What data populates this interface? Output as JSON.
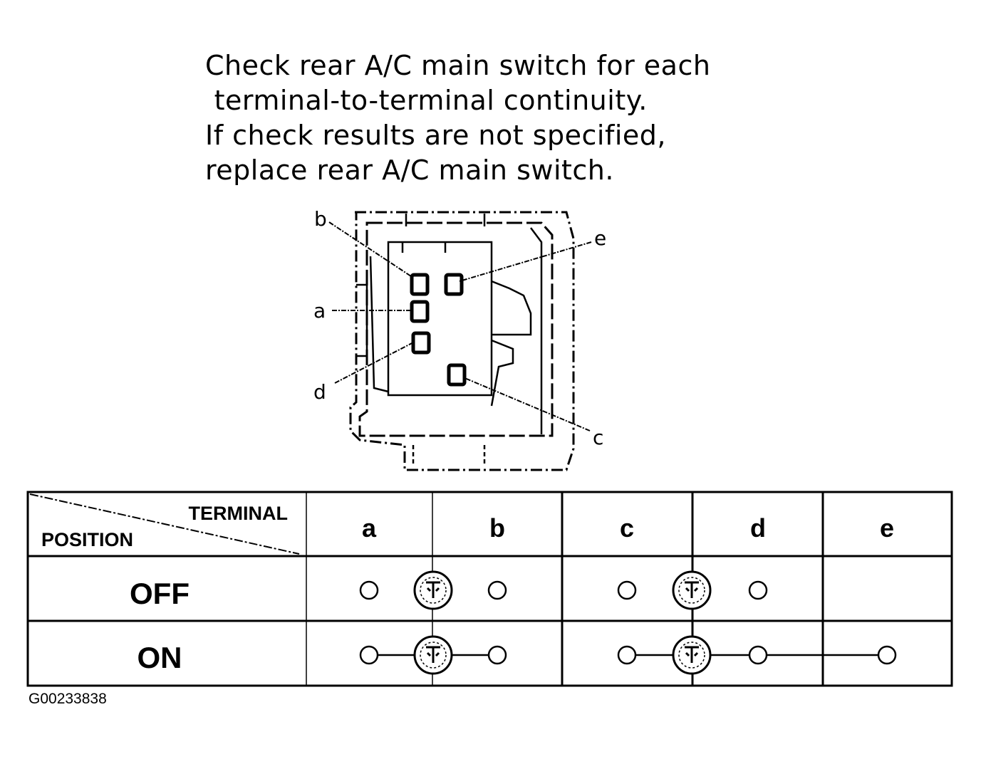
{
  "instructions": {
    "line1": "Check rear A/C main switch for each",
    "line2": " terminal-to-terminal continuity.",
    "line3": "If check results are not specified,",
    "line4": "replace rear A/C main switch."
  },
  "connector": {
    "labels": {
      "a": "a",
      "b": "b",
      "c": "c",
      "d": "d",
      "e": "e"
    }
  },
  "table": {
    "header_terminal": "TERMINAL",
    "header_position": "POSITION",
    "terminals": [
      "a",
      "b",
      "c",
      "d",
      "e"
    ],
    "rows": [
      {
        "position": "OFF",
        "connections": []
      },
      {
        "position": "ON",
        "connections": [
          [
            "a",
            "b"
          ],
          [
            "c",
            "d",
            "e"
          ]
        ]
      }
    ]
  },
  "figure_id": "G00233838"
}
